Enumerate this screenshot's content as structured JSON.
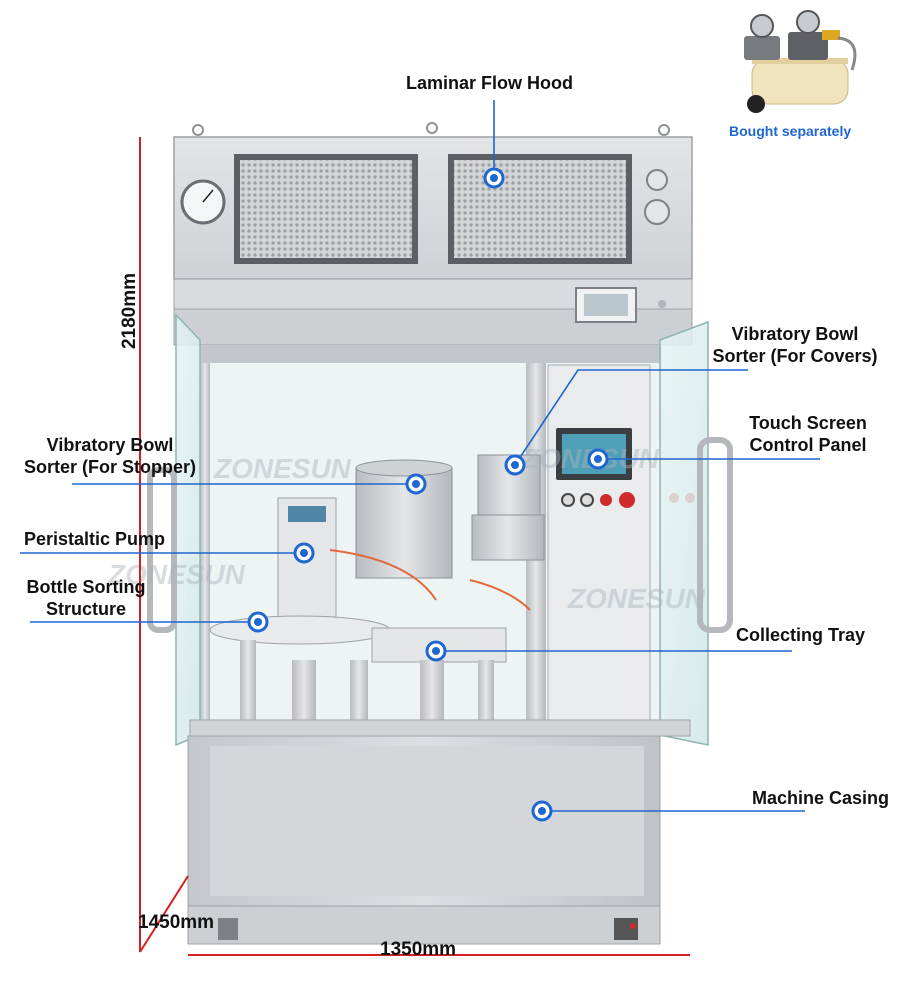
{
  "labels": {
    "laminar_flow_hood": "Laminar Flow Hood",
    "vibratory_bowl_covers_line1": "Vibratory Bowl",
    "vibratory_bowl_covers_line2": "Sorter (For Covers)",
    "touch_screen_line1": "Touch Screen",
    "touch_screen_line2": "Control Panel",
    "vibratory_bowl_stopper_line1": "Vibratory Bowl",
    "vibratory_bowl_stopper_line2": "Sorter (For Stopper)",
    "peristaltic_pump": "Peristaltic Pump",
    "bottle_sorting_line1": "Bottle Sorting",
    "bottle_sorting_line2": "Structure",
    "collecting_tray": "Collecting Tray",
    "machine_casing": "Machine Casing"
  },
  "dimensions": {
    "height": "2180mm",
    "depth": "1450mm",
    "width": "1350mm"
  },
  "accessory": {
    "note": "Bought separately"
  },
  "watermark": "ZONESUN",
  "colors": {
    "callout_blue": "#1e66d0",
    "dimension_red": "#d42020",
    "steel": "#c9ccd0",
    "glass": "#d7ecec"
  }
}
